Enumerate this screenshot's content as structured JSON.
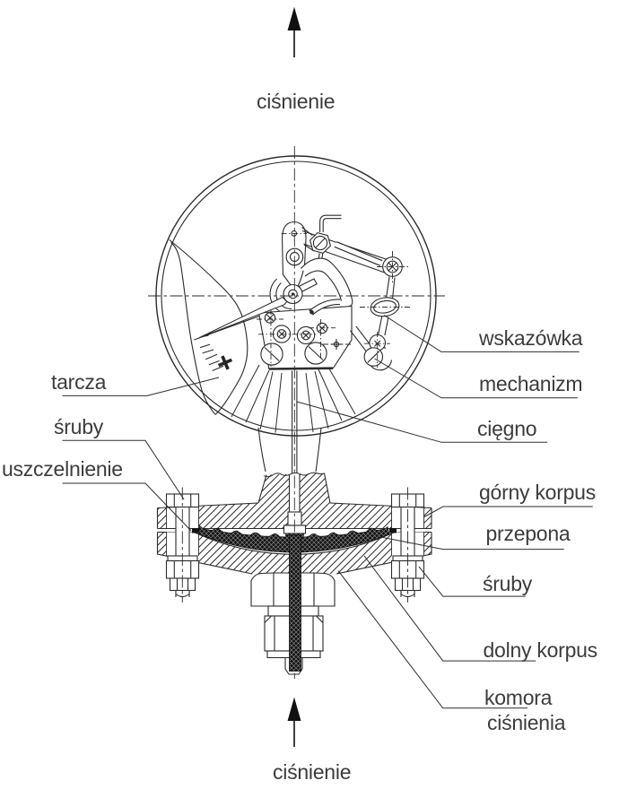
{
  "diagram": {
    "type": "technical-drawing",
    "subject": "diaphragm pressure gauge cross-section",
    "background_color": "#ffffff",
    "line_color": "#2b2b2b",
    "text_color": "#3c3c3c"
  },
  "annotations": {
    "pressure_top": "ciśnienie",
    "pressure_bottom": "ciśnienie",
    "pointer": "wskazówka",
    "mechanism": "mechanizm",
    "link": "cięgno",
    "dial": "tarcza",
    "screws_left": "śruby",
    "seal": "uszczelnienie",
    "upper_body": "górny korpus",
    "diaphragm": "przepona",
    "screws_right": "śruby",
    "lower_body": "dolny korpus",
    "pressure_chamber_line1": "komora",
    "pressure_chamber_line2": "ciśnienia"
  }
}
